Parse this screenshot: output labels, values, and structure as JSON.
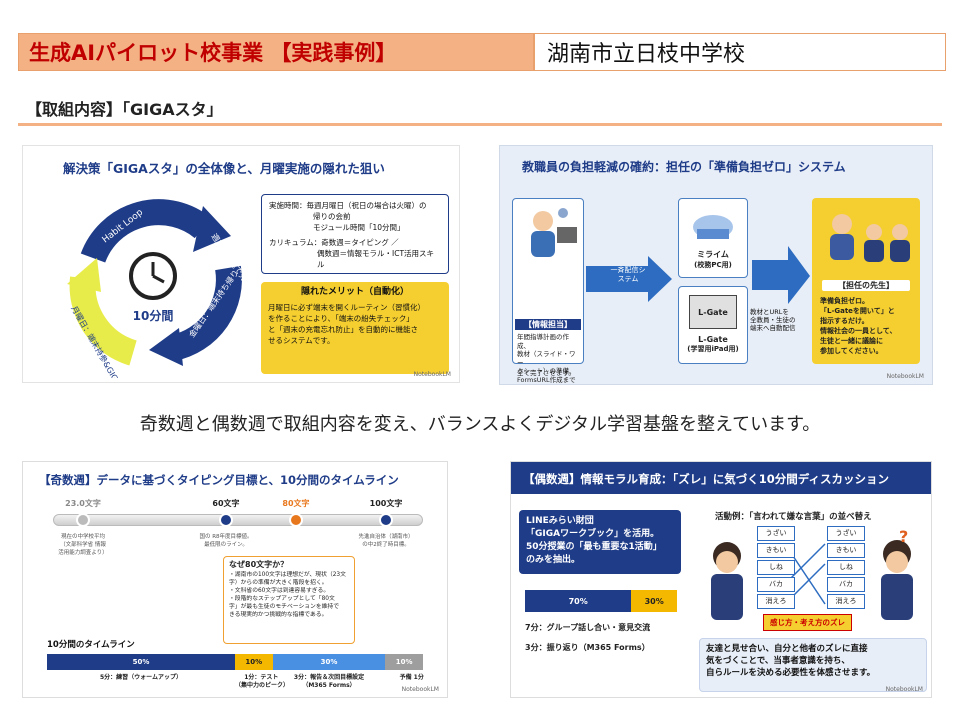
{
  "header": {
    "title": "生成AIパイロット校事業 【実践事例】",
    "school": "湖南市立日枝中学校"
  },
  "section_title": "【取組内容】「GIGAスタ」",
  "panel1": {
    "title": "解決策「GIGAスタ」の全体像と、月曜実施の隠れた狙い",
    "cycle_center": "10分間",
    "arrow_top": "Habit Loop",
    "arrow_right_top": "週末：家庭で充電",
    "arrow_right_bottom": "金曜日：端末持ち帰り",
    "arrow_left": "月曜日：端末持参&GIGAスタ",
    "info_box": {
      "line1": "実施時間：毎週月曜日（祝日の場合は火曜）の",
      "line2": "帰りの会前",
      "line3": "モジュール時間「10分間」",
      "line4": "カリキュラム：奇数週＝タイピング ／",
      "line5": "偶数週＝情報モラル・ICT活用スキル"
    },
    "merit_box": {
      "title": "隠れたメリット（自動化）",
      "line1": "月曜日に必ず端末を開くルーティン（習慣化）",
      "line2": "を作ることにより、「端末の紛失チェック」",
      "line3": "と「週末の充電忘れ防止」を自動的に機能さ",
      "line4": "せるシステムです。"
    },
    "watermark": "NotebookLM"
  },
  "panel2": {
    "title": "教職員の負担軽減の確約：担任の「準備負担ゼロ」システム",
    "role1_label": "【情報担当】",
    "role1_text1": "年間指導計画の作成、",
    "role1_text2": "教材（スライド・ワー",
    "role1_text3": "クシート）の準備、",
    "role1_text4": "FormsURL作成まで",
    "role1_text5": "全て完了させます。",
    "arrow1": "一斉配信システム",
    "sys1_name": "ミライム",
    "sys1_sub": "(校務PC用)",
    "sys2_name": "L-Gate",
    "sys2_label": "L-Gate",
    "sys2_sub": "(学習用iPad用)",
    "arrow2_text1": "教材とURLを",
    "arrow2_text2": "全教員・生徒の",
    "arrow2_text3": "端末へ自動配信",
    "role2_label": "【担任の先生】",
    "role2_text1": "準備負担ゼロ。",
    "role2_text2": "「L-Gateを開いて」と",
    "role2_text3": "指示するだけ。",
    "role2_text4": "情報社会の一員として、",
    "role2_text5": "生徒と一緒に議論に",
    "role2_text6": "参加してください。",
    "watermark": "NotebookLM"
  },
  "caption": "奇数週と偶数週で取組内容を変え、バランスよくデジタル学習基盤を整えています。",
  "panel3": {
    "title": "【奇数週】データに基づくタイピング目標と、10分間のタイムライン",
    "marks": [
      {
        "value": "23.0文字",
        "note1": "現在の中学校平均",
        "note2": "（文部科学省 情報",
        "note3": "活用能力調査より）"
      },
      {
        "value": "60文字",
        "note1": "国の R8年度目標値。",
        "note2": "最低限のライン。",
        "note3": ""
      },
      {
        "value": "80文字",
        "note1": "",
        "note2": "",
        "note3": ""
      },
      {
        "value": "100文字",
        "note1": "先進自治体（湖南市）",
        "note2": "の中2終了時目標。",
        "note3": ""
      }
    ],
    "why_title": "なぜ80文字か？",
    "why_1": "・湖南市の100文字は理想だが、現状（23文",
    "why_2": "字）からの準備が大きく階段を招く。",
    "why_3": "・文科省の60文字は到達容易すぎる。",
    "why_4": "・段階的なステップアップとして「80文",
    "why_5": "字」が最も生徒のモチベーションを維持で",
    "why_6": "きる現実的かつ挑戦的な指標である。",
    "timeline_label": "10分間のタイムライン",
    "timeline": [
      {
        "pct": 50,
        "label": "50%",
        "caption": "5分：練習（ウォームアップ）",
        "caption2": "",
        "color": "#1f3c88"
      },
      {
        "pct": 10,
        "label": "10%",
        "caption": "1分：テスト",
        "caption2": "（集中力のピーク）",
        "color": "#f5b800"
      },
      {
        "pct": 30,
        "label": "30%",
        "caption": "3分：報告＆次回目標設定",
        "caption2": "（M365 Forms）",
        "color": "#4a90e2"
      },
      {
        "pct": 10,
        "label": "10%",
        "caption": "予備 1分",
        "caption2": "",
        "color": "#9e9e9e"
      }
    ],
    "watermark": "NotebookLM"
  },
  "panel4": {
    "title": "【偶数週】情報モラル育成：「ズレ」に気づく10分間ディスカッション",
    "intro1": "LINEみらい財団",
    "intro2": "「GIGAワークブック」を活用。",
    "intro3": "50分授業の「最も重要な1活動」",
    "intro4": "のみを抽出。",
    "bar": [
      {
        "pct": 70,
        "label": "70%",
        "color": "#1f3c88"
      },
      {
        "pct": 30,
        "label": "30%",
        "color": "#f5b800"
      }
    ],
    "step1": "7分：グループ話し合い・意見交流",
    "step2": "3分：振り返り（M365 Forms）",
    "activity": "活動例：「言われて嫌な言葉」の並べ替え",
    "cards_left": [
      "うざい",
      "きもい",
      "しね",
      "バカ",
      "消えろ"
    ],
    "cards_right": [
      "うざい",
      "きもい",
      "しね",
      "バカ",
      "消えろ"
    ],
    "zure": "感じ方・考え方のズレ",
    "footer1": "友達と見せ合い、自分と他者のズレに直接",
    "footer2": "気をづくことで、当事者意識を持ち、",
    "footer3": "自らルールを決める必要性を体感させます。",
    "watermark": "NotebookLM"
  }
}
